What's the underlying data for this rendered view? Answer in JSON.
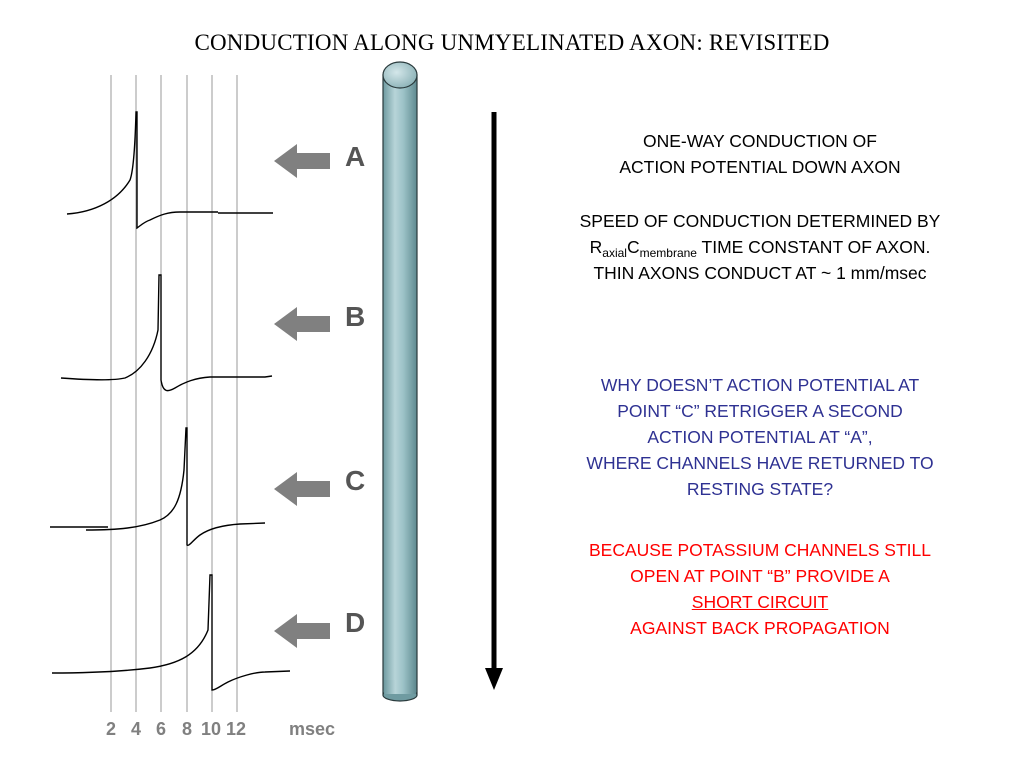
{
  "title": "CONDUCTION ALONG  UNMYELINATED AXON: REVISITED",
  "points": [
    "A",
    "B",
    "C",
    "D"
  ],
  "time_axis": {
    "tick_labels": [
      "2",
      "4",
      "6",
      "8",
      "10",
      "12"
    ],
    "unit": "msec"
  },
  "text": {
    "p1_line1": "ONE-WAY CONDUCTION OF",
    "p1_line2": "ACTION  POTENTIAL DOWN AXON",
    "p2_line1": "SPEED OF CONDUCTION DETERMINED BY",
    "p2_r": "R",
    "p2_r_sub": "axial",
    "p2_c": "C",
    "p2_c_sub": "membrane",
    "p2_line2_rest": " TIME CONSTANT OF AXON.",
    "p2_line3": "THIN AXONS CONDUCT AT ~ 1 mm/msec",
    "p3_line1": "WHY DOESN’T ACTION POTENTIAL AT",
    "p3_line2": "POINT “C” RETRIGGER A SECOND",
    "p3_line3": "ACTION POTENTIAL AT “A”,",
    "p3_line4": "WHERE CHANNELS HAVE RETURNED TO",
    "p3_line5": "RESTING STATE?",
    "p4_line1": "BECAUSE POTASSIUM CHANNELS STILL",
    "p4_line2": "OPEN AT POINT “B” PROVIDE A",
    "p4_line3": "SHORT CIRCUIT",
    "p4_line4": "AGAINST BACK PROPAGATION"
  },
  "colors": {
    "axon_fill": "#8fb8bd",
    "arrow_gray": "#808080",
    "label_gray": "#555555",
    "question_blue": "#2e3192",
    "answer_red": "#ff0000"
  }
}
